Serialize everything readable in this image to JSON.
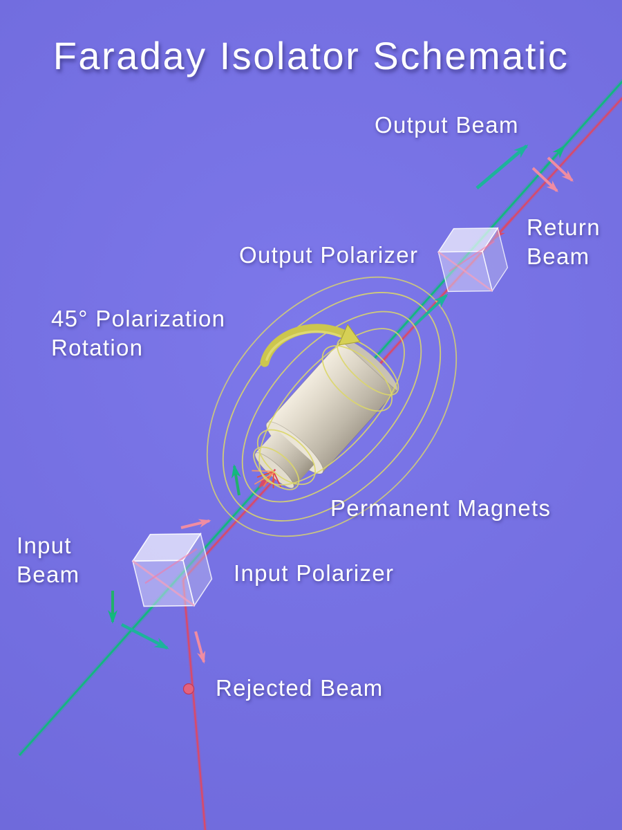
{
  "title": {
    "text": "Faraday Isolator Schematic"
  },
  "labels": {
    "output_beam": "Output Beam",
    "return_beam_1": "Return",
    "return_beam_2": "Beam",
    "output_polarizer": "Output Polarizer",
    "rotation_1": "45° Polarization",
    "rotation_2": "Rotation",
    "permanent_magnets": "Permanent Magnets",
    "input_polarizer": "Input Polarizer",
    "input_beam_1": "Input",
    "input_beam_2": "Beam",
    "rejected_beam": "Rejected Beam"
  },
  "colors": {
    "background": "#736ee0",
    "text": "#ffffff",
    "input_beam_green": "#12b87f",
    "polarization_teal": "#1db39b",
    "return_beam_red": "#d84a6a",
    "rejected_pink": "#f08ca2",
    "magnetic_field_yellow": "#dcd76a",
    "rotation_arrow_yellow": "#ccc64e",
    "rotator_cylinder_beige": "#d8d2c3",
    "polarizer_glass_lavender": "#d3d1f6"
  },
  "icons": {
    "rotation_arrow": "curved-rotation-arrow-icon",
    "beam_direction_arrows": "arrowhead-icons",
    "absorption_sparks": "spark-burst-icon",
    "rejected_beam_dot": "beam-dot-icon"
  }
}
